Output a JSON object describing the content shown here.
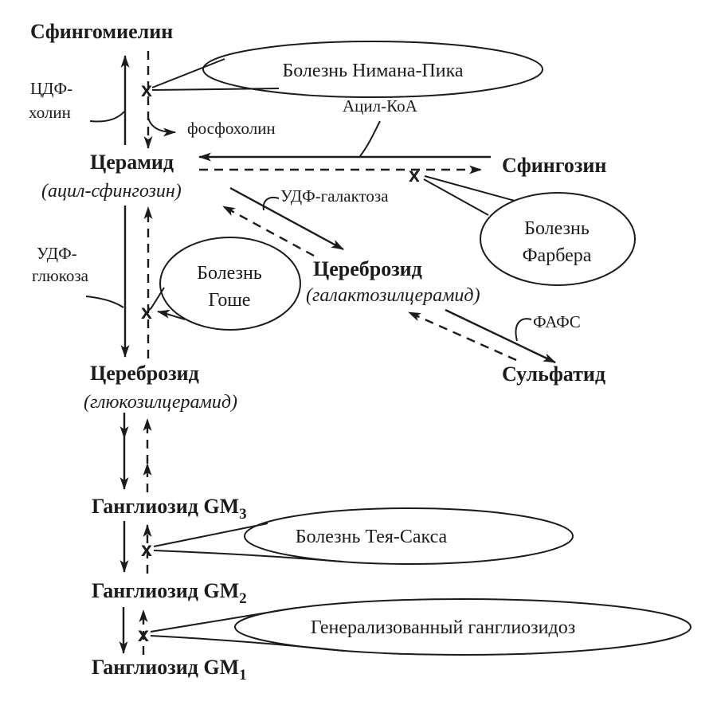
{
  "diagram": {
    "colors": {
      "ink": "#1b1b1b",
      "background": "#ffffff"
    },
    "nodes": {
      "sphingomyelin": {
        "label": "Сфингомиелин"
      },
      "ceramide": {
        "label": "Церамид",
        "alt": "(ацил-сфингозин)"
      },
      "sphingosine": {
        "label": "Сфингозин"
      },
      "galactocerebroside": {
        "label": "Цереброзид",
        "alt": "(галактозилцерамид)"
      },
      "glucocerebroside": {
        "label": "Цереброзид",
        "alt": "(глюкозилцерамид)"
      },
      "sulfatide": {
        "label": "Сульфатид"
      },
      "ganglioside_gm3": {
        "label": "Ганглиозид GM",
        "subscript": "3"
      },
      "ganglioside_gm2": {
        "label": "Ганглиозид GM",
        "subscript": "2"
      },
      "ganglioside_gm1": {
        "label": "Ганглиозид GM",
        "subscript": "1"
      }
    },
    "cofactors": {
      "cdp_choline": {
        "lines": [
          "ЦДФ-",
          "холин"
        ]
      },
      "phosphocholine": {
        "label": "фосфохолин"
      },
      "acyl_coa": {
        "label": "Ацил-КоА"
      },
      "udp_galactose": {
        "label": "УДФ-галактоза"
      },
      "udp_glucose": {
        "lines": [
          "УДФ-",
          "глюкоза"
        ]
      },
      "paps": {
        "label": "ФАФС"
      }
    },
    "diseases": {
      "niemann_pick": {
        "lines": [
          "Болезнь Нимана-Пика"
        ]
      },
      "farber": {
        "lines": [
          "Болезнь",
          "Фарбера"
        ]
      },
      "gaucher": {
        "lines": [
          "Болезнь",
          "Гоше"
        ]
      },
      "tay_sachs": {
        "lines": [
          "Болезнь Тея-Сакса"
        ]
      },
      "generalized_gangliosidosis": {
        "lines": [
          "Генерализованный ганглиозидоз"
        ]
      }
    },
    "block_mark": "х"
  }
}
